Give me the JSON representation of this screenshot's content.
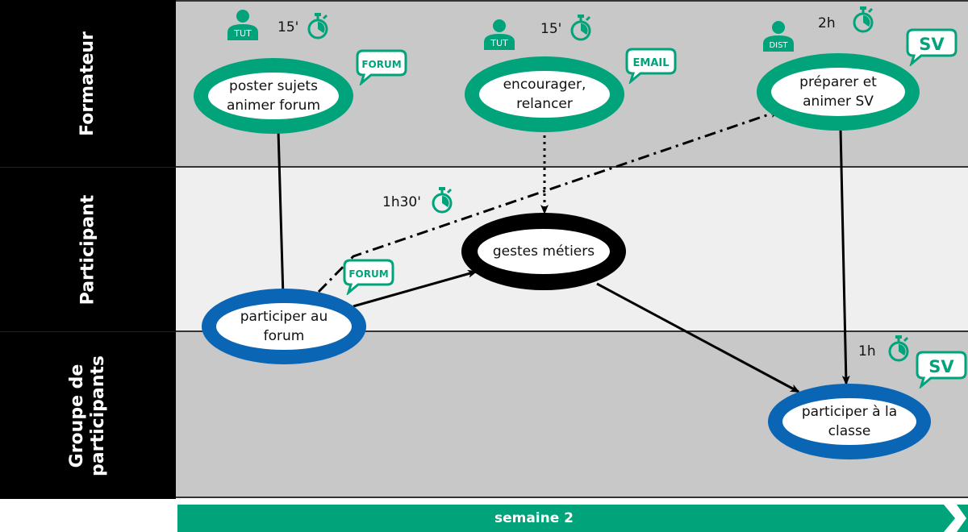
{
  "lanes": {
    "formateur": "Formateur",
    "participant": "Participant",
    "groupe_line1": "Groupe de",
    "groupe_line2": "participants"
  },
  "nodes": {
    "poster": "poster sujets animer forum",
    "encourager": "encourager, relancer",
    "preparer": "préparer et animer SV",
    "gestes": "gestes métiers",
    "participer_forum": "participer au forum",
    "participer_classe": "participer à la classe"
  },
  "durations": {
    "poster": "15'",
    "encourager": "15'",
    "preparer": "2h",
    "gestes": "1h30'",
    "classe": "1h"
  },
  "badges": {
    "tut": "TUT",
    "dist": "DIST",
    "forum": "FORUM",
    "email": "EMAIL",
    "sv": "SV"
  },
  "timeline": {
    "label": "semaine 2"
  },
  "colors": {
    "green": "#00a37a",
    "blue": "#0b65b5",
    "black": "#000000",
    "lane_dark": "#c8c8c8",
    "lane_light": "#efefef"
  },
  "icons": {
    "role": "person-icon",
    "timer": "stopwatch-icon",
    "bubble": "speech-bubble-icon"
  }
}
